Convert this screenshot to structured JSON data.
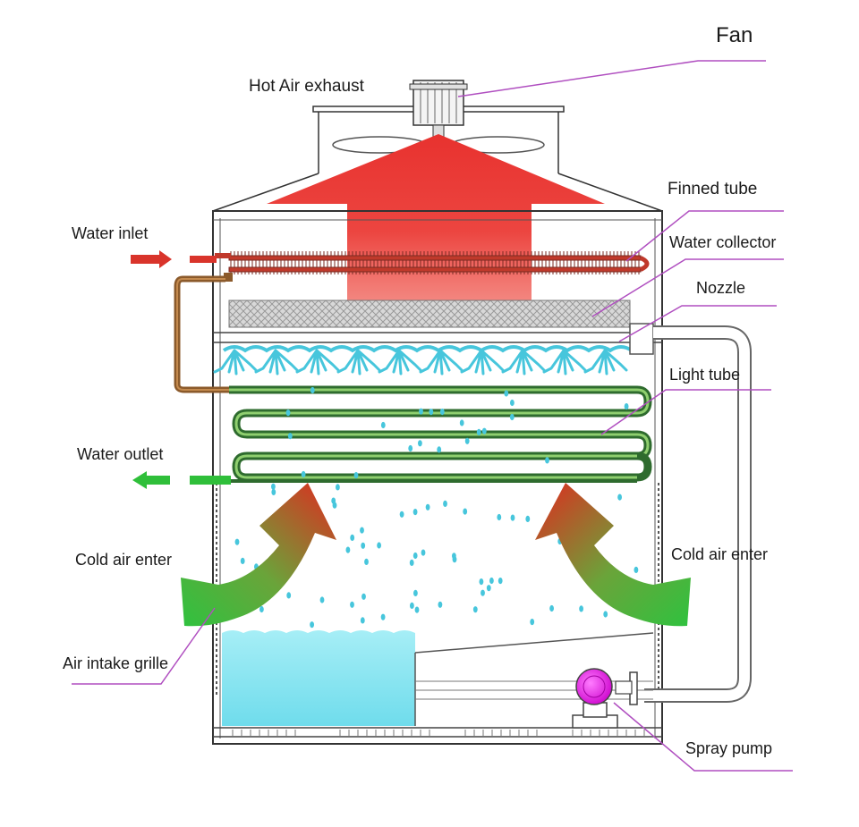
{
  "labels": {
    "fan": "Fan",
    "hot_air_exhaust": "Hot Air exhaust",
    "finned_tube": "Finned tube",
    "water_collector": "Water collector",
    "nozzle": "Nozzle",
    "light_tube": "Light tube",
    "water_inlet": "Water inlet",
    "water_outlet": "Water outlet",
    "cold_air_enter_left": "Cold air enter",
    "cold_air_enter_right": "Cold air enter",
    "air_intake_grille": "Air intake grille",
    "spray_pump": "Spray pump"
  },
  "colors": {
    "hot_air": "#e8322f",
    "water_spray": "#47c6dc",
    "basin_water": "#7ee3ef",
    "finned_tube": "#c0392b",
    "light_tube": "#2e8b3d",
    "inlet_pipe": "#8b5a2b",
    "pump": "#ee22ee",
    "leader_line": "#b04fc0",
    "frame": "#333333",
    "cold_air_green": "#2fc23f",
    "cold_air_red": "#e02a1f"
  }
}
